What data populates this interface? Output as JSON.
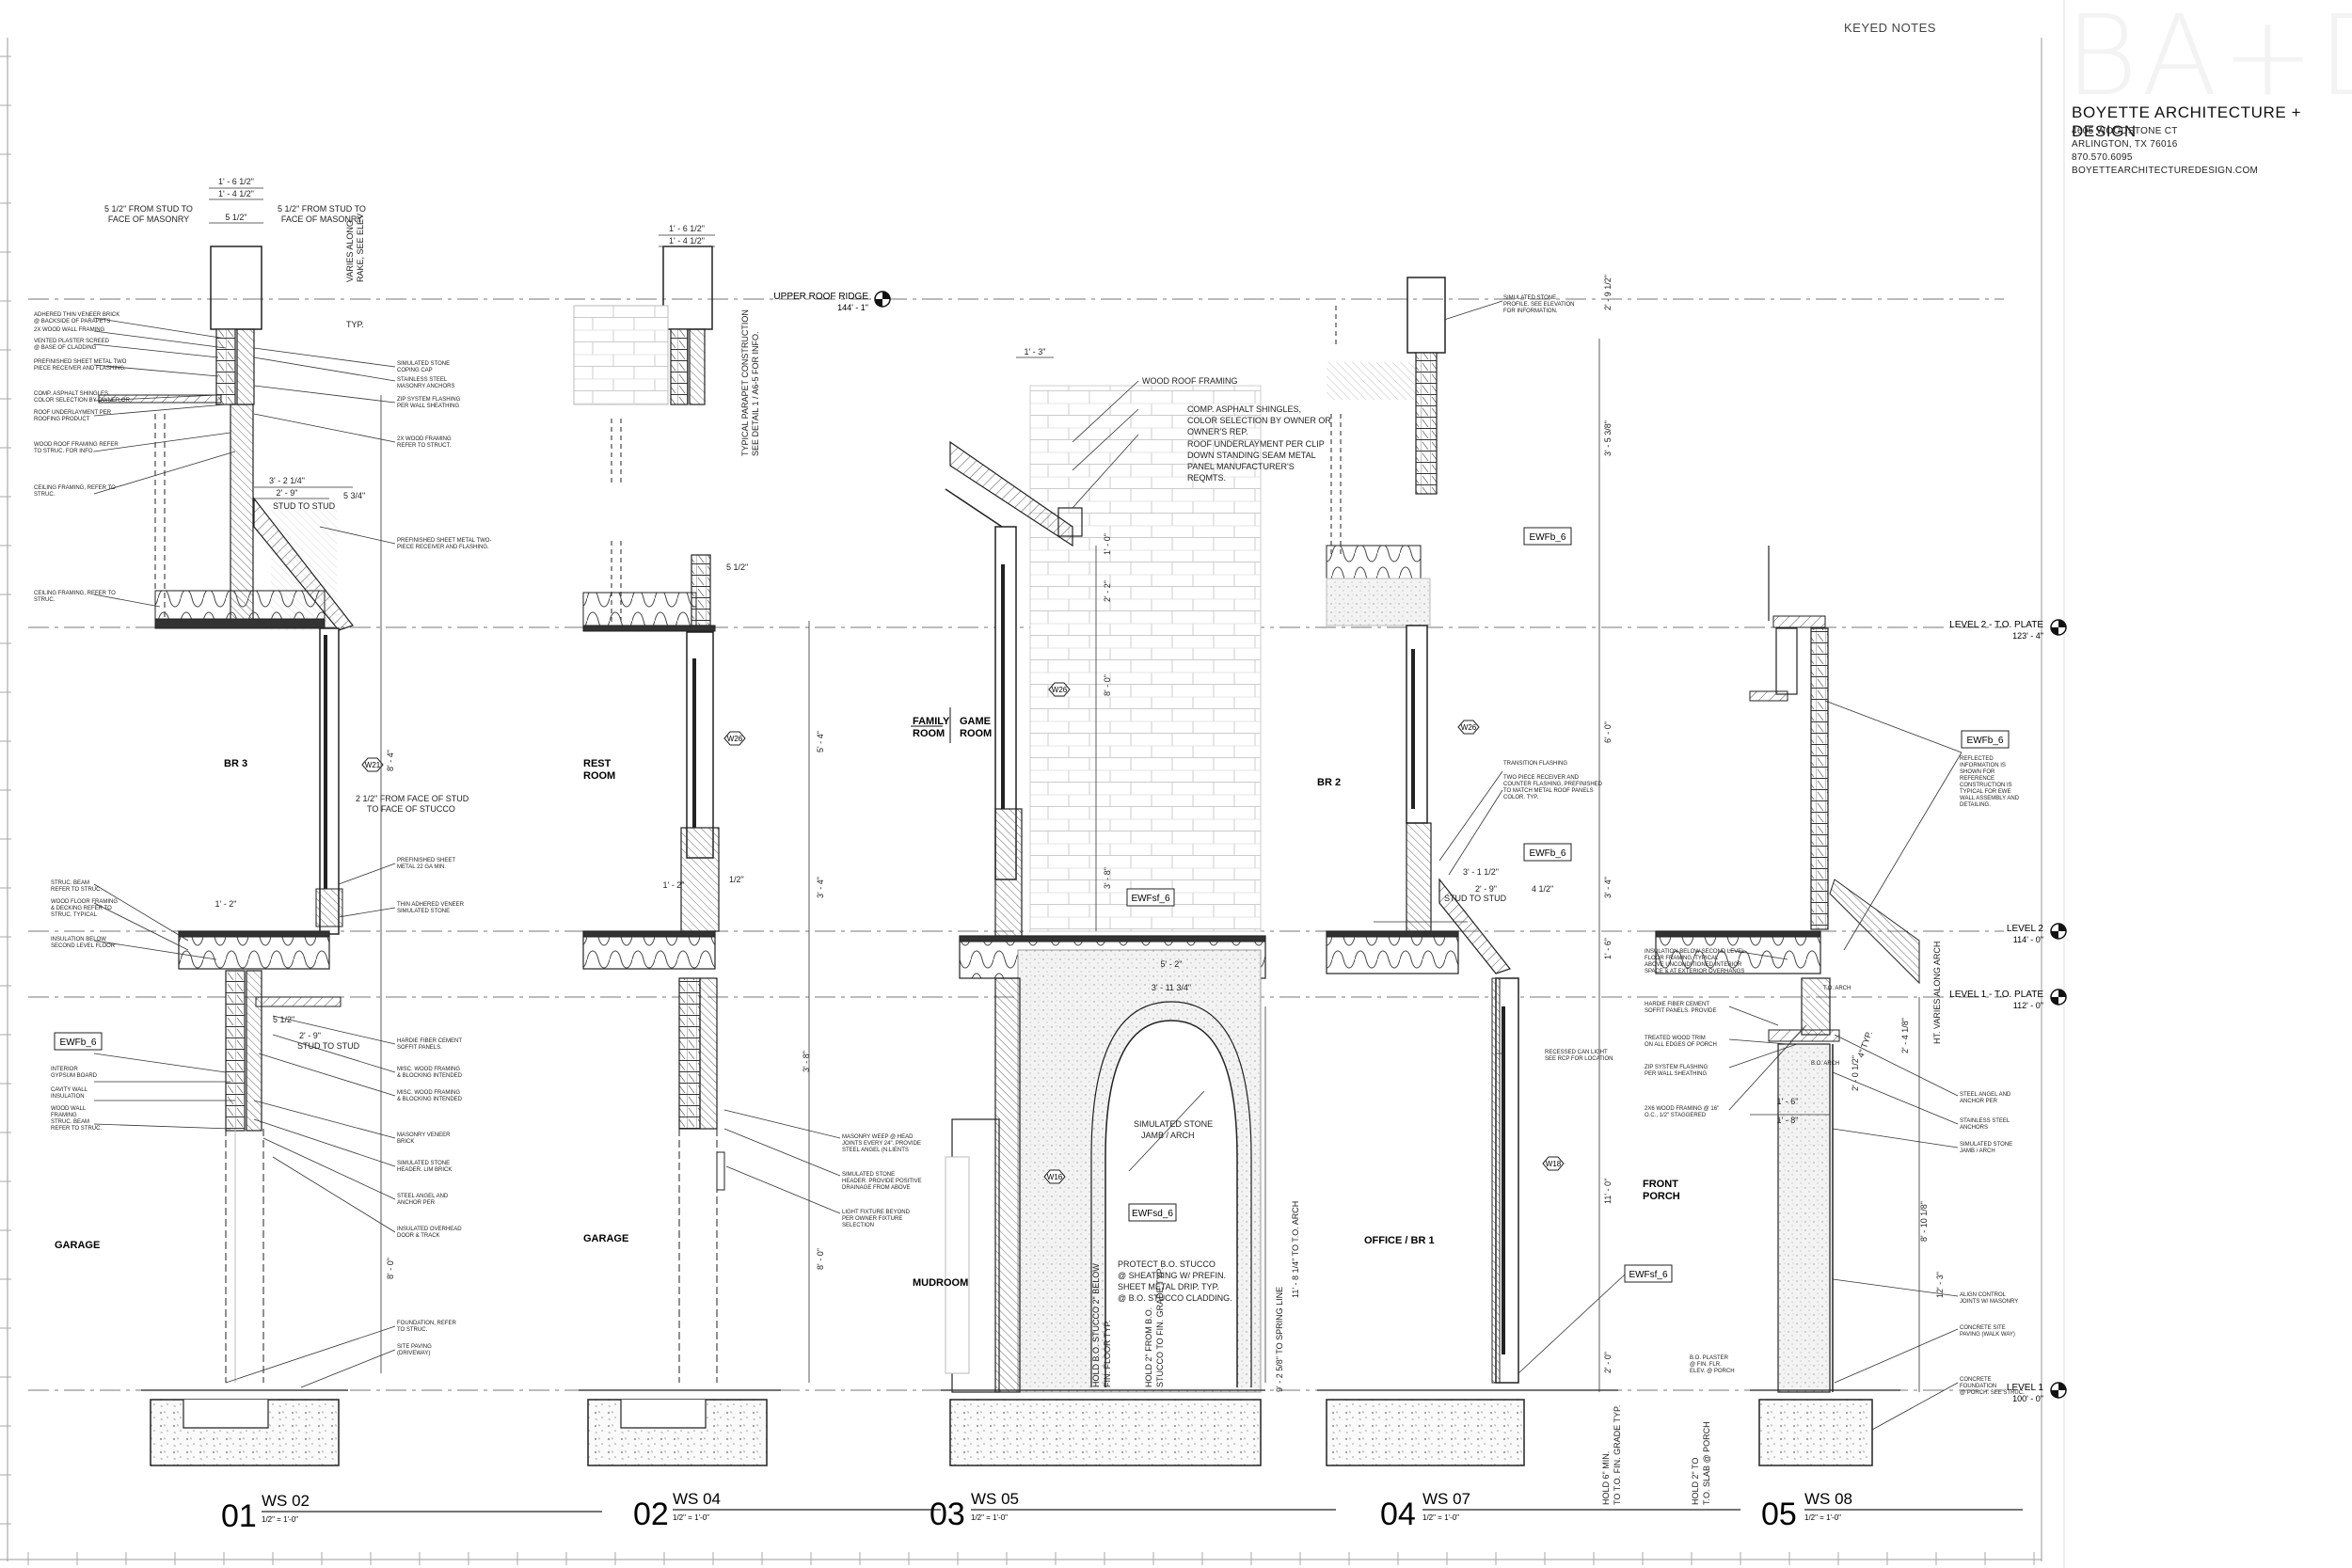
{
  "title_block": {
    "keyed_notes": "KEYED NOTES",
    "logo": "BA+D",
    "firm": "BOYETTE ARCHITECTURE + DESIGN",
    "address1": "4605 WOODSTONE CT",
    "address2": "ARLINGTON, TX 76016",
    "phone": "870.570.6095",
    "website": "BOYETTEARCHITECTUREDESIGN.COM"
  },
  "levels": {
    "ridge": {
      "name": "UPPER ROOF RIDGE",
      "elev": "144' - 1\""
    },
    "l2_plate": {
      "name": "LEVEL 2 - T.O. PLATE",
      "elev": "123' - 4\""
    },
    "l2": {
      "name": "LEVEL 2",
      "elev": "114' - 0\""
    },
    "l1_plate": {
      "name": "LEVEL 1 - T.O. PLATE",
      "elev": "112' - 0\""
    },
    "l1": {
      "name": "LEVEL 1",
      "elev": "100' - 0\""
    }
  },
  "sections": [
    {
      "num": "01",
      "name": "WS 02",
      "scale": "1/2\" = 1'-0\""
    },
    {
      "num": "02",
      "name": "WS 04",
      "scale": "1/2\" = 1'-0\""
    },
    {
      "num": "03",
      "name": "WS 05",
      "scale": "1/2\" = 1'-0\""
    },
    {
      "num": "04",
      "name": "WS 07",
      "scale": "1/2\" = 1'-0\""
    },
    {
      "num": "05",
      "name": "WS 08",
      "scale": "1/2\" = 1'-0\""
    }
  ],
  "rooms": {
    "br3": "BR 3",
    "garage1": "GARAGE",
    "rest1": "REST",
    "rest2": "ROOM",
    "garage2": "GARAGE",
    "family1": "FAMILY",
    "family2": "ROOM",
    "game1": "GAME",
    "game2": "ROOM",
    "mudroom": "MUDROOM",
    "br2": "BR 2",
    "office": "OFFICE / BR 1",
    "porch1": "FRONT",
    "porch2": "PORCH"
  },
  "tags": {
    "ewfb": "EWFb_6",
    "ewfsf": "EWFsf_6",
    "ewfsd": "EWFsd_6",
    "w21": "W21",
    "w26": "W26",
    "w18": "W18",
    "w16": "W16"
  },
  "notes_01": {
    "masonry_l": "5 1/2\" FROM STUD TO",
    "masonry_l2": "FACE OF MASONRY",
    "masonry_r": "5 1/2\" FROM STUD TO",
    "masonry_r2": "FACE OF MASONRY",
    "varies": "VARIES ALONG",
    "varies2": "RAKE, SEE ELEV",
    "typ": "TYP.",
    "stud": "STUD TO STUD",
    "stucco1": "2 1/2\" FROM FACE OF STUD",
    "stucco2": "TO FACE OF STUCCO",
    "stud2": "STUD TO STUD",
    "ln1": "ADHERED THIN VENEER BRICK",
    "ln2": "@ BACKSIDE OF PARAPETS",
    "ln3": "2X WOOD WALL FRAMING",
    "ln4": "VENTED PLASTER SCREED",
    "ln5": "@ BASE OF CLADDING",
    "ln6": "PREFINISHED SHEET METAL TWO",
    "ln7": "PIECE RECEIVER AND FLASHING.",
    "ln8": "COMP. ASPHALT SHINGLES,",
    "ln9": "COLOR SELECTION BY OWNER OR",
    "ln10": "ROOF UNDERLAYMENT PER",
    "ln11": "ROOFING PRODUCT",
    "ln12": "WOOD ROOF FRAMING REFER",
    "ln13": "TO STRUC. FOR INFO.",
    "ln14": "CEILING FRAMING, REFER TO",
    "ln15": "STRUC.",
    "ln16": "STRUC. BEAM",
    "ln17": "REFER TO STRUC.",
    "ln18": "WOOD FLOOR FRAMING",
    "ln19": "& DECKING REFER TO",
    "ln20": "STRUC. TYPICAL",
    "ln21": "INSULATION BELOW",
    "ln22": "SECOND LEVEL FLOOR",
    "ln23": "INTERIOR",
    "ln24": "GYPSUM BOARD",
    "ln25": "CAVITY WALL",
    "ln26": "INSULATION",
    "ln27": "WOOD WALL",
    "ln28": "FRAMING",
    "ln29": "STRUC. BEAM",
    "ln30": "REFER TO STRUC.",
    "rn1": "SIMULATED STONE",
    "rn2": "COPING CAP",
    "rn3": "STAINLESS STEEL",
    "rn4": "MASONRY ANCHORS",
    "rn5": "ZIP SYSTEM FLASHING",
    "rn6": "PER WALL SHEATHING",
    "rn7": "2X WOOD FRAMING",
    "rn8": "REFER TO STRUCT.",
    "rn9": "PREFINISHED SHEET METAL TWO-",
    "rn10": "PIECE RECEIVER AND FLASHING.",
    "rn11": "PREFINISHED SHEET",
    "rn12": "METAL 22 GA MIN.",
    "rn13": "THIN ADHERED VENEER",
    "rn14": "SIMULATED STONE",
    "rn15": "HARDIE FIBER CEMENT",
    "rn16": "SOFFIT PANELS.",
    "rn17": "MISC. WOOD FRAMING",
    "rn18": "& BLOCKING INTENDED",
    "rn19": "MISC. WOOD FRAMING",
    "rn20": "& BLOCKING INTENDED",
    "rn21": "MASONRY VENEER",
    "rn22": "BRICK",
    "rn23": "SIMULATED STONE",
    "rn24": "HEADER. LIM BRICK",
    "rn25": "STEEL ANGEL AND",
    "rn26": "ANCHOR PER",
    "rn27": "INSULATED OVERHEAD",
    "rn28": "DOOR & TRACK",
    "rn29": "FOUNDATION, REFER",
    "rn30": "TO STRUC.",
    "rn31": "SITE PAVING",
    "rn32": "(DRIVEWAY)"
  },
  "notes_02": {
    "typical1": "TYPICAL PARAPET CONSTRUCTION",
    "typical2": "SEE DETAIL 1 / A6-5 FOR INFO.",
    "rn1": "MASONRY WEEP @ HEAD",
    "rn2": "JOINTS EVERY 24\". PROVIDE",
    "rn3": "STEEL ANGEL (N.LIENTS",
    "rn4": "SIMULATED STONE",
    "rn5": "HEADER. PROVIDE POSITIVE",
    "rn6": "DRAINAGE FROM ABOVE",
    "rn7": "LIGHT FIXTURE BEYOND",
    "rn8": "PER OWNER FIXTURE",
    "rn9": "SELECTION"
  },
  "notes_03": {
    "n1": "WOOD ROOF FRAMING",
    "n2": "COMP. ASPHALT SHINGLES,",
    "n3": "COLOR SELECTION BY OWNER OR",
    "n4": "OWNER'S REP.",
    "n5": "ROOF UNDERLAYMENT PER CLIP",
    "n6": "DOWN STANDING SEAM METAL",
    "n7": "PANEL MANUFACTURER'S",
    "n8": "REQMTS.",
    "arch1": "SIMULATED STONE",
    "arch2": "JAMB / ARCH",
    "p1": "PROTECT B.O. STUCCO",
    "p2": "@ SHEATHING W/ PREFIN.",
    "p3": "SHEET METAL DRIP. TYP.",
    "p4": "@ B.O. STUCCO CLADDING.",
    "h1": "HOLD B.O. STUCCO 2\" BELOW",
    "h2": "FIN. FLOOR TYP.",
    "h3": "HOLD 2\" FROM B.O.",
    "h4": "STUCCO TO FIN. GRADE TYP.",
    "v1": "9' - 2 5/8\" TO SPRING LINE",
    "v2": "11' - 8 1/4\" TO T.O. ARCH",
    "d1": "5' - 2\"",
    "d2": "3' - 11 3/4\""
  },
  "notes_04": {
    "rn1": "SIMULATED STONE",
    "rn2": "PROFILE. SEE ELEVATION",
    "rn3": "FOR INFORMATION.",
    "rn4": "TRANSITION FLASHING",
    "rn5": "TWO PIECE RECEIVER AND",
    "rn6": "COUNTER FLASHING, PREFINISHED",
    "rn7": "TO MATCH METAL ROOF PANELS",
    "rn8": "COLOR. TYP.",
    "rn9": "RECESSED CAN LIGHT",
    "rn10": "SEE RCP FOR LOCATION",
    "stud": "STUD TO STUD",
    "hold1": "HOLD 6\" MIN.",
    "hold2": "TO T.O. FIN. GRADE TYP."
  },
  "notes_05": {
    "rn1": "REFLECTED",
    "rn2": "INFORMATION IS",
    "rn3": "SHOWN FOR",
    "rn4": "REFERENCE",
    "rn5": "CONSTRUCTION IS",
    "rn6": "TYPICAL FOR EWE",
    "rn7": "WALL ASSEMBLY AND",
    "rn8": "DETAILING.",
    "ln1": "INSULATION BELOW SECOND LEVEL",
    "ln2": "FLOOR FRAMING, TYPICAL",
    "ln3": "ABOVE UNCONDITIONED INTERIOR",
    "ln4": "SPACE & AT EXTERIOR OVERHANGS",
    "ln5": "HARDIE FIBER CEMENT",
    "ln6": "SOFFIT PANELS. PROVIDE",
    "ln7": "TREATED WOOD TRIM",
    "ln8": "ON ALL EDGES OF PORCH",
    "ln9": "ZIP SYSTEM FLASHING",
    "ln10": "PER WALL SHEATHING",
    "ln11": "2X6 WOOD FRAMING @ 16\"",
    "ln12": "O.C., 1/2\" STAGGERED",
    "r2": "STEEL ANGEL AND",
    "r3": "ANCHOR PER",
    "r4": "STAINLESS STEEL",
    "r5": "ANCHORS",
    "r6": "SIMULATED STONE",
    "r7": "JAMB / ARCH",
    "r8": "ALIGN CONTROL",
    "r9": "JOINTS W/ MASONRY",
    "r10": "CONCRETE SITE",
    "r11": "PAVING (WALK WAY)",
    "r12": "CONCRETE",
    "r13": "FOUNDATION",
    "r14": "@ PORCH. SEE STRUC.",
    "bo1": "B.O. PLASTER",
    "bo2": "@ FIN. FLR.",
    "bo3": "ELEV. @ PORCH",
    "hold1": "HOLD 2\" TO",
    "hold2": "T.O. SLAB @ PORCH",
    "tarch": "T.O. ARCH",
    "boarch": "B.O. ARCH",
    "varies": "HT. VARIES ALONG ARCH",
    "d1": "12' - 3\"",
    "d2": "8' - 10 1/8\""
  },
  "dims": {
    "d1a": "1' - 6 1/2\"",
    "d1b": "1' - 4 1/2\"",
    "d1c": "5 1/2\"",
    "d1d": "3' - 2 1/4\"",
    "d1e": "2' - 9\"",
    "d1f": "5 3/4\"",
    "d1g": "1' - 2\"",
    "d1h": "2' - 9\"",
    "d1i": "5 1/2\"",
    "d1j": "8' - 0\"",
    "d1k": "8' - 4\"",
    "d2a": "1' - 6 1/2\"",
    "d2b": "1' - 4 1/2\"",
    "d2c": "5 1/2\"",
    "d2d": "5' - 4\"",
    "d2e": "3' - 4\"",
    "d2f": "1' - 2\"",
    "d2g": "8' - 0\"",
    "d2h": "3' - 8\"",
    "d2i": "1/2\"",
    "d3a": "1' - 3\"",
    "d3b": "8' - 0\"",
    "d3c": "2' - 2\"",
    "d3d": "1' - 0\"",
    "d3e": "3' - 8\"",
    "d4a": "2' - 9 1/2\"",
    "d4b": "3' - 5 3/8\"",
    "d4c": "6' - 0\"",
    "d4d": "3' - 4\"",
    "d4e": "11' - 0\"",
    "d4f": "3' - 1 1/2\"",
    "d4g": "2' - 9\"",
    "d4h": "1' - 6\"",
    "d4i": "2' - 0\"",
    "d4j": "4 1/2\"",
    "d5a": "1' - 6\"",
    "d5b": "1' - 8\"",
    "d5c": "2' - 4 1/8\"",
    "d5d": "4\" TYP.",
    "d5e": "2' - 0 1/2\""
  }
}
